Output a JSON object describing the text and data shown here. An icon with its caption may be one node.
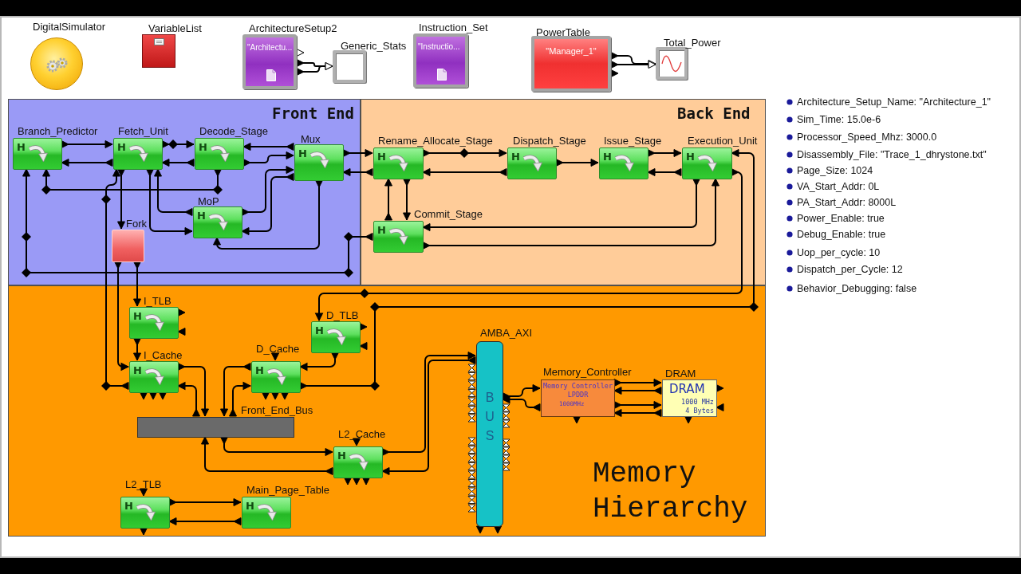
{
  "diagram": {
    "nodes": [
      {
        "text": [
          "DigitalSimulator"
        ]
      },
      {
        "text": [
          "VariableList"
        ]
      },
      {
        "text": [
          "ArchitectureSetup2",
          "\"Architectu..."
        ]
      },
      {
        "text": [
          "Generic_Stats"
        ]
      },
      {
        "text": [
          "Instruction_Set",
          "\"Instructio..."
        ]
      },
      {
        "text": [
          "PowerTable",
          "\"Manager_1\""
        ]
      },
      {
        "text": [
          "Total_Power"
        ]
      },
      {
        "text": [
          "Front End"
        ]
      },
      {
        "text": [
          "Branch_Predictor",
          "H"
        ],
        "in": 7
      },
      {
        "text": [
          "Fetch_Unit",
          "H"
        ],
        "in": 7
      },
      {
        "text": [
          "Decode_Stage",
          "H"
        ],
        "in": 7
      },
      {
        "text": [
          "Mux",
          "H"
        ],
        "in": 7
      },
      {
        "text": [
          "MoP",
          "H"
        ],
        "in": 7
      },
      {
        "text": [
          "Fork"
        ],
        "in": 7
      },
      {
        "text": [
          "Back End"
        ]
      },
      {
        "text": [
          "Rename_Allocate_Stage",
          "H"
        ],
        "in": 14
      },
      {
        "text": [
          "Dispatch_Stage",
          "H"
        ],
        "in": 14
      },
      {
        "text": [
          "Issue_Stage",
          "H"
        ],
        "in": 14
      },
      {
        "text": [
          "Execution_Unit",
          "H"
        ],
        "in": 14
      },
      {
        "text": [
          "Commit_Stage",
          "H"
        ],
        "in": 14
      },
      {
        "text": [
          "Memory Hierarchy"
        ]
      },
      {
        "text": [
          "I_TLB",
          "H"
        ],
        "in": 20
      },
      {
        "text": [
          "I_Cache",
          "H"
        ],
        "in": 20
      },
      {
        "text": [
          "D_TLB",
          "H"
        ],
        "in": 20
      },
      {
        "text": [
          "D_Cache",
          "H"
        ],
        "in": 20
      },
      {
        "text": [
          "Front_End_Bus"
        ],
        "in": 20
      },
      {
        "text": [
          "L2_Cache",
          "H"
        ],
        "in": 20
      },
      {
        "text": [
          "L2_TLB",
          "H"
        ],
        "in": 20
      },
      {
        "text": [
          "Main_Page_Table",
          "H"
        ],
        "in": 20
      },
      {
        "text": [
          "AMBA_AXI",
          "BUS"
        ],
        "in": 20
      },
      {
        "text": [
          "Memory_Controller",
          "Memory Controller LPDDR",
          "1000MHz"
        ],
        "in": 20
      },
      {
        "text": [
          "DRAM",
          "DRAM",
          "1000 MHz 4 Bytes"
        ],
        "in": 20
      }
    ],
    "edges": [
      {
        "from": 2,
        "to": 3,
        "arrow": "to"
      },
      {
        "from": 2,
        "to": 3,
        "arrow": "to"
      },
      {
        "from": 5,
        "to": 6,
        "arrow": "to"
      },
      {
        "from": 5,
        "to": 6,
        "arrow": "to"
      },
      {
        "from": 8,
        "to": 9,
        "arrow": "to"
      },
      {
        "from": 9,
        "to": 8,
        "arrow": "to"
      },
      {
        "from": 9,
        "to": 10,
        "arrow": "to"
      },
      {
        "from": 10,
        "to": 9,
        "arrow": "to"
      },
      {
        "from": 11,
        "to": 10,
        "arrow": "to"
      },
      {
        "from": 10,
        "to": 11,
        "arrow": "to"
      },
      {
        "from": 12,
        "to": 11,
        "arrow": "to"
      },
      {
        "from": 11,
        "to": 12,
        "arrow": "to"
      },
      {
        "from": 11,
        "to": 12,
        "arrow": "to"
      },
      {
        "from": 10,
        "to": 8,
        "arrow": "to"
      },
      {
        "from": 9,
        "to": 13,
        "arrow": "to"
      },
      {
        "from": 9,
        "to": 12,
        "arrow": "to"
      },
      {
        "from": 12,
        "to": 9,
        "arrow": "to"
      },
      {
        "from": 22,
        "to": 9,
        "arrow": "to"
      },
      {
        "from": 13,
        "to": 22,
        "arrow": "to"
      },
      {
        "from": 13,
        "to": 21,
        "arrow": "to"
      },
      {
        "from": 19,
        "to": 8,
        "arrow": "to"
      },
      {
        "from": 11,
        "to": 15,
        "arrow": "to"
      },
      {
        "from": 15,
        "to": 11,
        "arrow": "to"
      },
      {
        "from": 15,
        "to": 16,
        "arrow": "to"
      },
      {
        "from": 16,
        "to": 15,
        "arrow": "to"
      },
      {
        "from": 16,
        "to": 17,
        "arrow": "to"
      },
      {
        "from": 17,
        "to": 18,
        "arrow": "to"
      },
      {
        "from": 18,
        "to": 17,
        "arrow": "to"
      },
      {
        "from": 19,
        "to": 15,
        "arrow": "to"
      },
      {
        "from": 15,
        "to": 19,
        "arrow": "to"
      },
      {
        "from": 18,
        "to": 19,
        "arrow": "to"
      },
      {
        "from": 19,
        "to": 18,
        "arrow": "to"
      },
      {
        "from": 24,
        "to": 18,
        "arrow": "to"
      },
      {
        "from": 18,
        "to": 23,
        "arrow": "to"
      },
      {
        "from": 23,
        "to": 24,
        "arrow": "to"
      },
      {
        "from": 22,
        "to": 25,
        "arrow": "to"
      },
      {
        "from": 25,
        "to": 22,
        "arrow": "to"
      },
      {
        "from": 24,
        "to": 25,
        "arrow": "to"
      },
      {
        "from": 25,
        "to": 24,
        "arrow": "to"
      },
      {
        "from": 25,
        "to": 26,
        "arrow": "to"
      },
      {
        "from": 26,
        "to": 25,
        "arrow": "to"
      },
      {
        "from": 26,
        "to": 29,
        "arrow": "to"
      },
      {
        "from": 29,
        "to": 26,
        "arrow": "to"
      },
      {
        "from": 27,
        "to": 28,
        "arrow": "to"
      },
      {
        "from": 28,
        "to": 27,
        "arrow": "to"
      },
      {
        "from": 29,
        "to": 30,
        "arrow": "to"
      },
      {
        "from": 30,
        "to": 29,
        "arrow": "to"
      },
      {
        "from": 30,
        "to": 31,
        "arrow": "to"
      },
      {
        "from": 31,
        "to": 30,
        "arrow": "to"
      },
      {
        "from": 30,
        "to": 31,
        "arrow": "to"
      },
      {
        "from": 31,
        "to": 30,
        "arrow": "to"
      },
      {
        "from": 21,
        "to": 22,
        "arrow": "to"
      }
    ],
    "labels": [
      "Architecture_Setup_Name: \"Architecture_1\"",
      "Sim_Time: 15.0e-6",
      "Processor_Speed_Mhz: 3000.0",
      "Disassembly_File: \"Trace_1_dhrystone.txt\"",
      "Page_Size: 1024",
      "VA_Start_Addr: 0L",
      "PA_Start_Addr: 8000L",
      "Power_Enable: true",
      "Debug_Enable: true",
      "Uop_per_cycle: 10",
      "Dispatch_per_Cycle: 12",
      "Behavior_Debugging: false"
    ]
  }
}
